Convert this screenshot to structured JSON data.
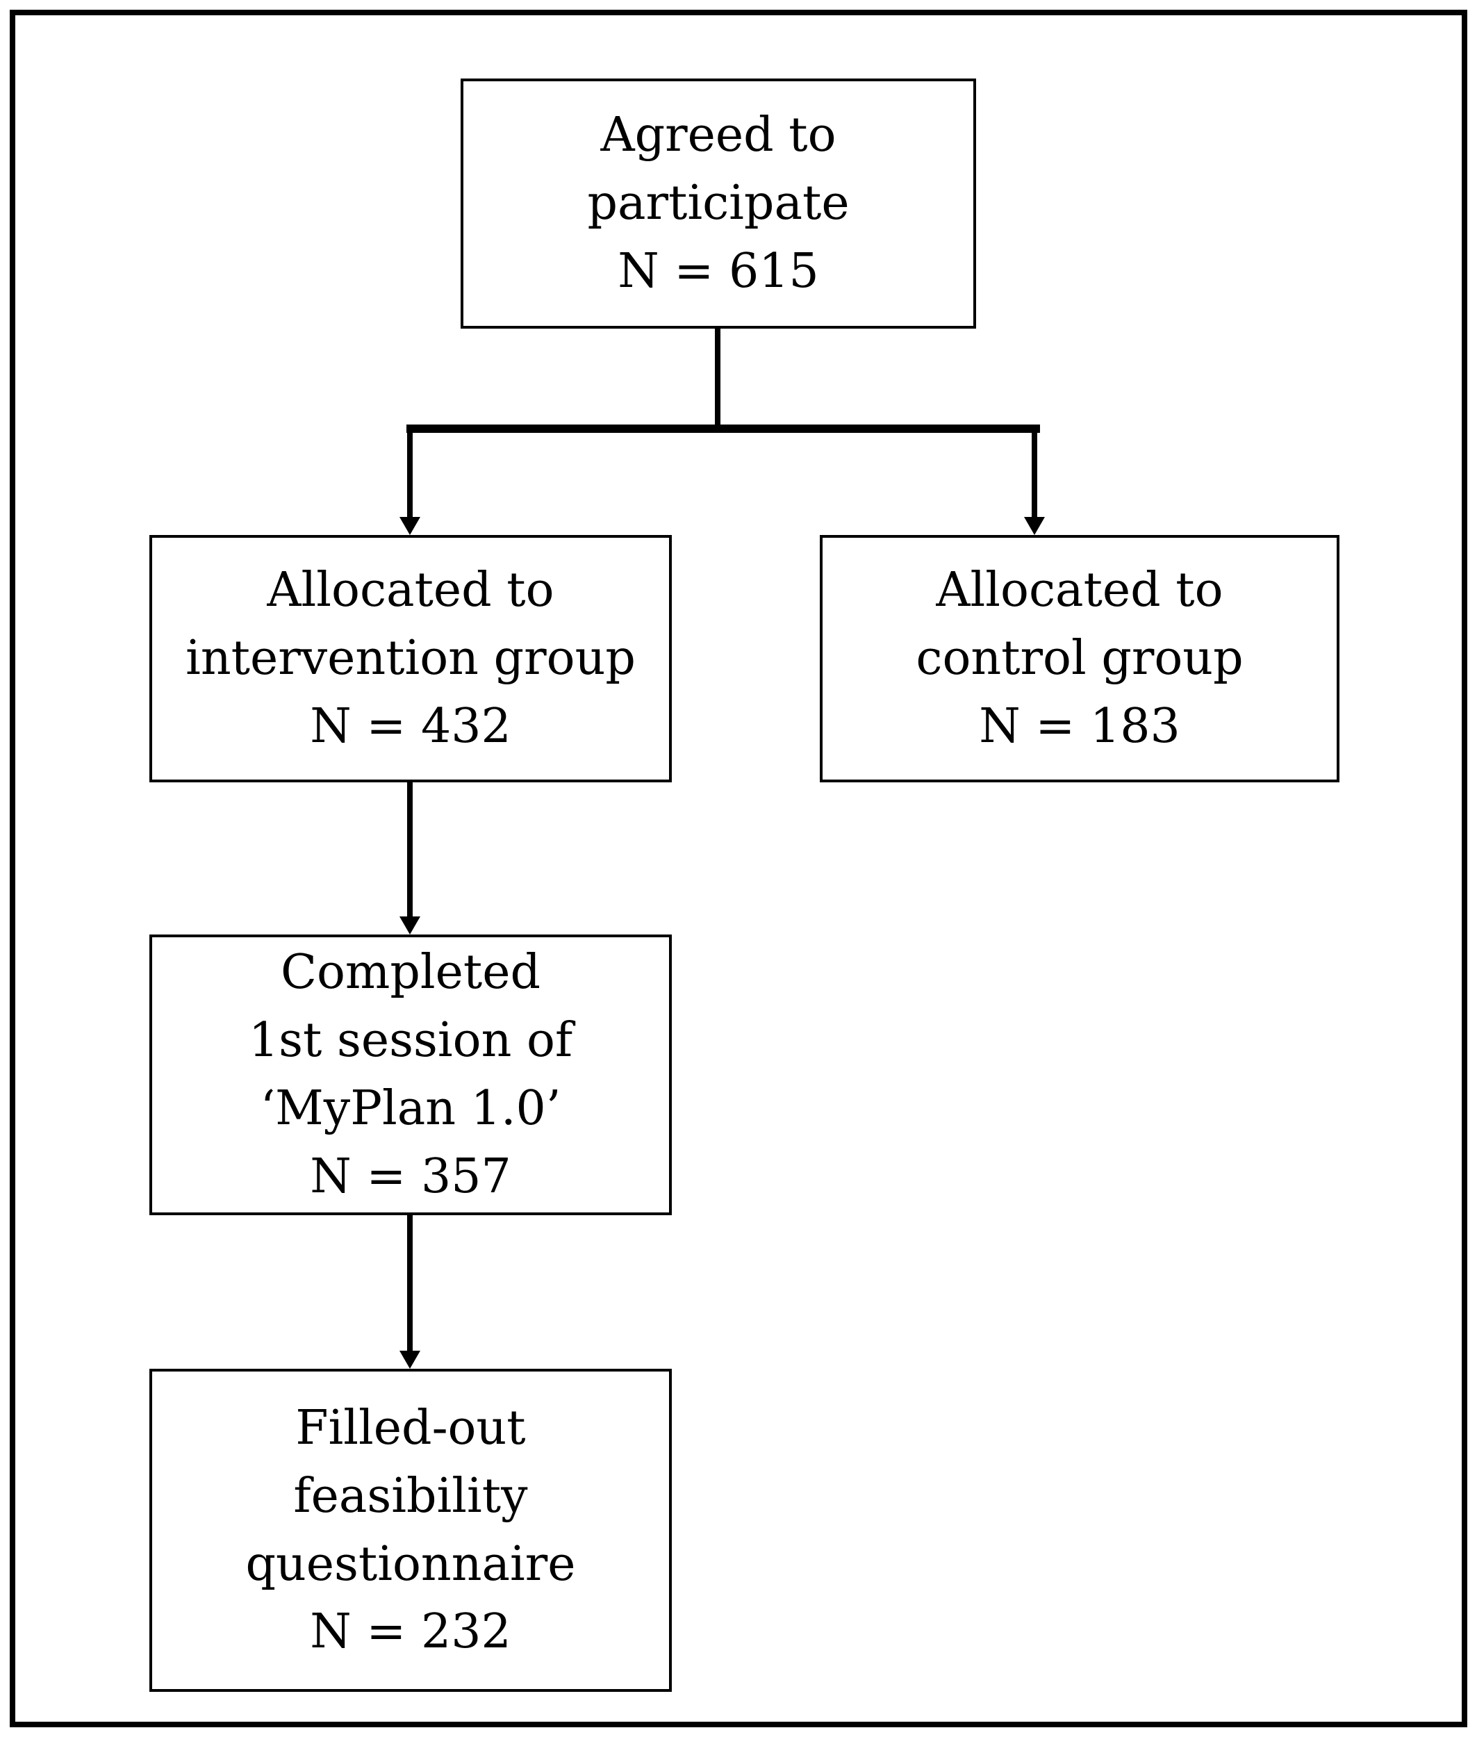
{
  "figure": {
    "type": "flow-diagram",
    "background_color": "#ffffff",
    "line_color": "#000000",
    "nodes": [
      {
        "id": "agreed",
        "label": "Agreed to\nparticipate\nN = 615",
        "n": 615
      },
      {
        "id": "intervention",
        "label": "Allocated to\nintervention group\nN = 432",
        "n": 432
      },
      {
        "id": "control",
        "label": "Allocated to\ncontrol group\nN = 183",
        "n": 183
      },
      {
        "id": "session",
        "label": "Completed\n1st session of\n‘MyPlan 1.0’\nN = 357",
        "n": 357
      },
      {
        "id": "questionnaire",
        "label": "Filled-out\nfeasibility\nquestionnaire\nN = 232",
        "n": 232
      }
    ],
    "edges": [
      {
        "from": "agreed",
        "to": "intervention"
      },
      {
        "from": "agreed",
        "to": "control"
      },
      {
        "from": "intervention",
        "to": "session"
      },
      {
        "from": "session",
        "to": "questionnaire"
      }
    ]
  }
}
